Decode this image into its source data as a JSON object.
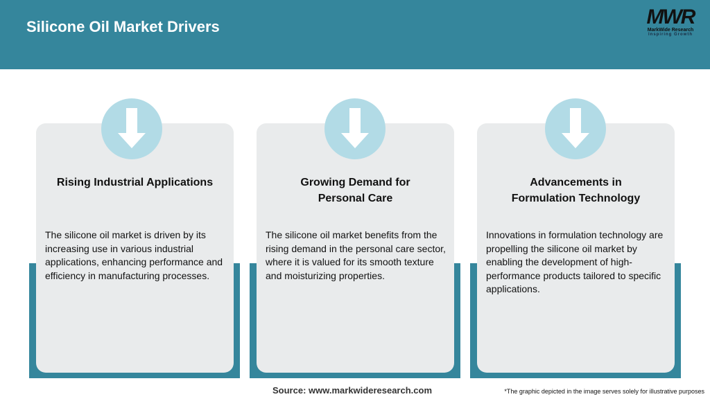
{
  "header": {
    "title": "Silicone Oil Market Drivers"
  },
  "logo": {
    "mark": "MWR",
    "name": "MarkWide Research",
    "tagline": "Inspiring Growth"
  },
  "colors": {
    "header": "#35869c",
    "card": "#e9ebec",
    "circle": "#b2dbe6"
  },
  "cards": [
    {
      "icon": "arrow-down-icon",
      "title": "Rising Industrial Applications",
      "body": "The silicone oil market is driven by its increasing use in various industrial applications, enhancing performance and efficiency in manufacturing processes."
    },
    {
      "icon": "arrow-down-icon",
      "title": "Growing Demand for\nPersonal Care",
      "body": "The silicone oil market benefits from the rising demand in the personal care sector, where it is valued for its smooth texture and moisturizing properties."
    },
    {
      "icon": "arrow-down-icon",
      "title": "Advancements in\nFormulation Technology",
      "body": "Innovations in formulation technology are propelling the silicone oil market by enabling the development of high-performance products tailored to specific applications."
    }
  ],
  "footer": {
    "source": "Source: www.markwideresearch.com",
    "disclaimer": "*The graphic depicted in the image serves solely for illustrative purposes"
  }
}
